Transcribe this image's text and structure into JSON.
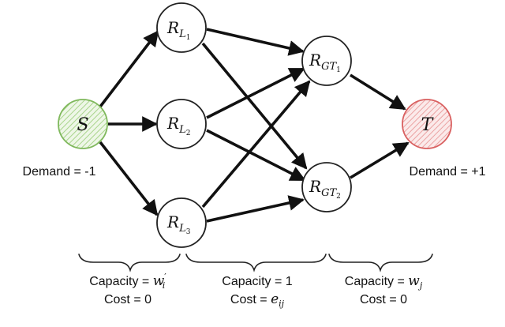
{
  "nodes": {
    "S": {
      "letter": "S",
      "sub": "",
      "subsub": ""
    },
    "L1": {
      "letter": "R",
      "sub": "L",
      "subsub": "1"
    },
    "L2": {
      "letter": "R",
      "sub": "L",
      "subsub": "2"
    },
    "L3": {
      "letter": "R",
      "sub": "L",
      "subsub": "3"
    },
    "GT1": {
      "letter": "R",
      "sub": "GT",
      "subsub": "1"
    },
    "GT2": {
      "letter": "R",
      "sub": "GT",
      "subsub": "2"
    },
    "T": {
      "letter": "T",
      "sub": "",
      "subsub": ""
    }
  },
  "demands": {
    "source": "Demand = -1",
    "sink": "Demand = +1"
  },
  "groups": {
    "left": {
      "capacity_label": "Capacity = ",
      "capacity_var": "w",
      "capacity_var_sub": "i",
      "capacity_var_prime": "′",
      "cost_label": "Cost = ",
      "cost_value": "0"
    },
    "middle": {
      "capacity_label": "Capacity = ",
      "capacity_value": "1",
      "cost_label": "Cost = ",
      "cost_var": "e",
      "cost_var_sub": "ij"
    },
    "right": {
      "capacity_label": "Capacity = ",
      "capacity_var": "w",
      "capacity_var_sub": "j",
      "cost_label": "Cost = ",
      "cost_value": "0"
    }
  },
  "colors": {
    "source_fill": "#d6ecc6",
    "source_stroke": "#7fb85c",
    "sink_fill": "#f6d0d0",
    "sink_stroke": "#d96060",
    "node_stroke": "#222222",
    "edge": "#111111"
  }
}
